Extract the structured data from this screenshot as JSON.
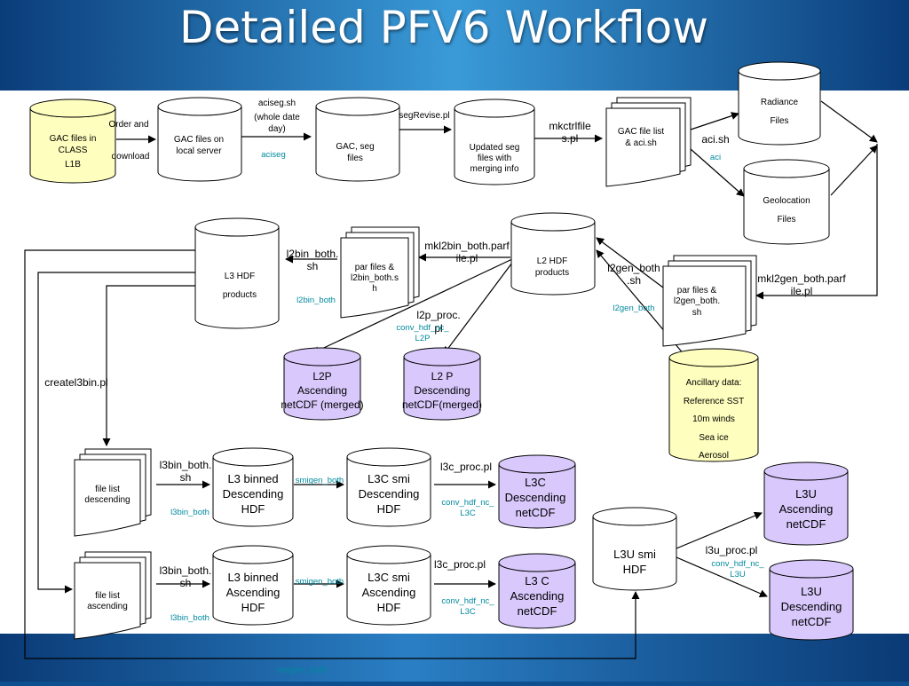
{
  "title": "Detailed PFV6 Workflow",
  "colors": {
    "yellow": "#fefebe",
    "purple": "#d8c8fc",
    "white": "#ffffff",
    "cyan_text": "#008a9e",
    "band_top": "#1f6ab0",
    "band_bottom": "#0a3a75"
  },
  "nodes": {
    "gac_class": [
      "GAC files in",
      "CLASS",
      "L1B"
    ],
    "gac_local": [
      "GAC files on",
      "local server"
    ],
    "gac_seg": [
      "GAC, seg",
      "files"
    ],
    "updated_seg": [
      "Updated seg",
      "files with",
      "merging info"
    ],
    "gac_file_list": [
      "GAC file list",
      "& aci.sh"
    ],
    "radiance": [
      "Radiance",
      "Files"
    ],
    "geolocation": [
      "Geolocation",
      "Files"
    ],
    "par_l2gen": [
      "par files &",
      "l2gen_both.",
      "sh"
    ],
    "l2_hdf": [
      "L2 HDF",
      "products"
    ],
    "par_l2bin": [
      "par files &",
      "l2bin_both.s",
      "h"
    ],
    "l3_hdf": [
      "L3 HDF",
      "products"
    ],
    "l2p_asc": [
      "L2P",
      "Ascending",
      "netCDF (merged)"
    ],
    "l2p_desc": [
      "L2 P",
      "Descending",
      "netCDF(merged)"
    ],
    "ancillary": [
      "Ancillary data:",
      "Reference SST",
      "10m winds",
      "Sea ice",
      "Aerosol"
    ],
    "filelist_desc": [
      "file list",
      "descending"
    ],
    "filelist_asc": [
      "file list",
      "ascending"
    ],
    "l3b_desc": [
      "L3 binned",
      "Descending",
      "HDF"
    ],
    "l3b_asc": [
      "L3 binned",
      "Ascending",
      "HDF"
    ],
    "l3c_smi_desc": [
      "L3C smi",
      "Descending",
      "HDF"
    ],
    "l3c_smi_asc": [
      "L3C smi",
      "Ascending",
      "HDF"
    ],
    "l3c_desc_nc": [
      "L3C",
      "Descending",
      "netCDF"
    ],
    "l3c_asc_nc": [
      "L3 C",
      "Ascending",
      "netCDF"
    ],
    "l3u_smi": [
      "L3U smi",
      "HDF"
    ],
    "l3u_asc": [
      "L3U",
      "Ascending",
      "netCDF"
    ],
    "l3u_desc": [
      "L3U",
      "Descending",
      "netCDF"
    ]
  },
  "labels": {
    "order_and": "Order and",
    "download": "download",
    "aciseg_sh": "aciseg.sh",
    "whole_date_1": "(whole date",
    "whole_date_2": "day)",
    "aciseg": "aciseg",
    "segrevise": "segRevise.pl",
    "mkctrl_1": "mkctrlfile",
    "mkctrl_2": "s.pl",
    "aci_sh": "aci.sh",
    "aci": "aci",
    "mkl2gen_1": "mkl2gen_both.parf",
    "mkl2gen_2": "ile.pl",
    "l2gen_both_sh_1": "l2gen_both",
    "l2gen_both_sh_2": ".sh",
    "l2gen_both": "l2gen_both",
    "mkl2bin_1": "mkl2bin_both.parf",
    "mkl2bin_2": "ile.pl",
    "l2bin_both_sh_1": "l2bin_both.",
    "l2bin_both_sh_2": "sh",
    "l2bin_both": "l2bin_both",
    "l2p_proc_1": "l2p_proc.",
    "l2p_proc_2": "pl",
    "conv_l2p_1": "conv_hdf_nc_",
    "conv_l2p_2": "L2P",
    "createl3bin": "createl3bin.pl",
    "l3bin_sh_1": "l3bin_both.",
    "l3bin_sh_2": "sh",
    "l3bin_both": "l3bin_both",
    "smigen_both": "smigen_both",
    "l3c_proc": "l3c_proc.pl",
    "conv_l3c_1": "conv_hdf_nc_",
    "conv_l3c_2": "L3C",
    "l3u_proc": "l3u_proc.pl",
    "conv_l3u_1": "conv_hdf_nc_",
    "conv_l3u_2": "L3U"
  }
}
